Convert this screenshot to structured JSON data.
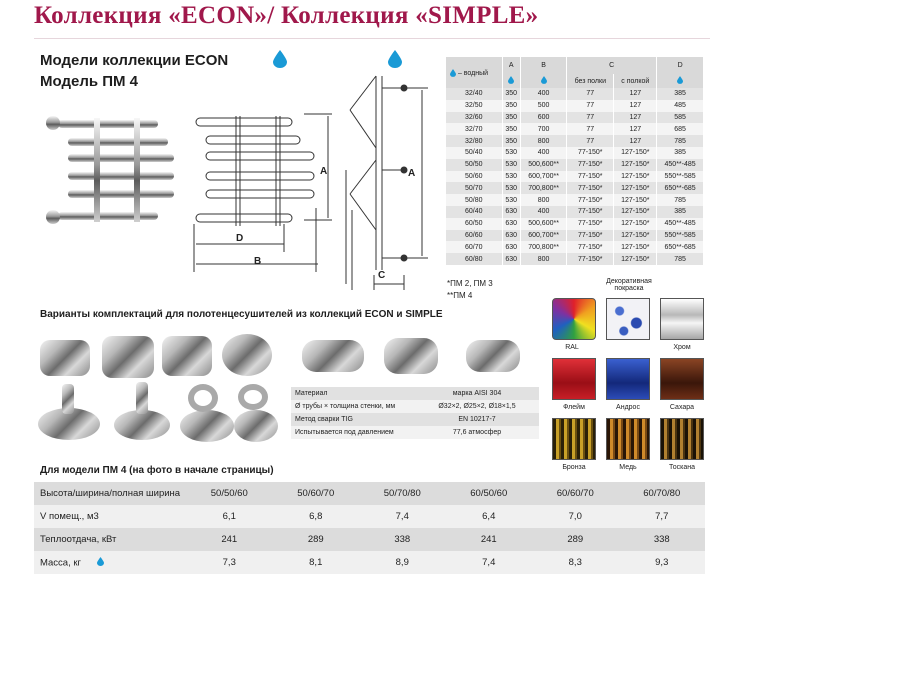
{
  "header": {
    "title": "Коллекция «ECON»/ Коллекция «SIMPLE»"
  },
  "subtitle": {
    "line1": "Модели коллекции ECON",
    "line2": "Модель ПМ 4"
  },
  "dims": {
    "A": "A",
    "B": "B",
    "C": "C",
    "D": "D"
  },
  "spec_table": {
    "headers": [
      "– водный",
      "A",
      "B",
      "C",
      "D"
    ],
    "c_sub": [
      "без полки",
      "с полкой"
    ],
    "rows": [
      [
        "32/40",
        "350",
        "400",
        "77",
        "127",
        "385"
      ],
      [
        "32/50",
        "350",
        "500",
        "77",
        "127",
        "485"
      ],
      [
        "32/60",
        "350",
        "600",
        "77",
        "127",
        "585"
      ],
      [
        "32/70",
        "350",
        "700",
        "77",
        "127",
        "685"
      ],
      [
        "32/80",
        "350",
        "800",
        "77",
        "127",
        "785"
      ],
      [
        "50/40",
        "530",
        "400",
        "77-150*",
        "127-150*",
        "385"
      ],
      [
        "50/50",
        "530",
        "500,600**",
        "77-150*",
        "127-150*",
        "450**-485"
      ],
      [
        "50/60",
        "530",
        "600,700**",
        "77-150*",
        "127-150*",
        "550**-585"
      ],
      [
        "50/70",
        "530",
        "700,800**",
        "77-150*",
        "127-150*",
        "650**-685"
      ],
      [
        "50/80",
        "530",
        "800",
        "77-150*",
        "127-150*",
        "785"
      ],
      [
        "60/40",
        "630",
        "400",
        "77-150*",
        "127-150*",
        "385"
      ],
      [
        "60/50",
        "630",
        "500,600**",
        "77-150*",
        "127-150*",
        "450**-485"
      ],
      [
        "60/60",
        "630",
        "600,700**",
        "77-150*",
        "127-150*",
        "550**-585"
      ],
      [
        "60/70",
        "630",
        "700,800**",
        "77-150*",
        "127-150*",
        "650**-685"
      ],
      [
        "60/80",
        "630",
        "800",
        "77-150*",
        "127-150*",
        "785"
      ]
    ]
  },
  "footnotes": [
    "*ПМ 2, ПМ 3",
    "**ПМ 4"
  ],
  "section_variants": "Варианты комплектаций для полотенцесушителей из коллекций ECON и SIMPLE",
  "material_table": [
    [
      "Материал",
      "марка AISI 304"
    ],
    [
      "Ø трубы × толщина стенки, мм",
      "Ø32×2, Ø25×2, Ø18×1,5"
    ],
    [
      "Метод сварки TIG",
      "EN 10217-7"
    ],
    [
      "Испытывается под давлением",
      "77,6 атмосфер"
    ]
  ],
  "swatches": {
    "ral": {
      "label": "RAL"
    },
    "decor": {
      "label": "Декоративная покраска"
    },
    "chrome": {
      "label": "Хром",
      "color": "#d8d8d8"
    },
    "fleim": {
      "label": "Флейм",
      "color": "#b0141c"
    },
    "andros": {
      "label": "Андрос",
      "color": "#1c3c9c"
    },
    "sahara": {
      "label": "Сахара",
      "color": "#5a2612"
    },
    "bronza": {
      "label": "Бронза",
      "color": "#8a6a10"
    },
    "med": {
      "label": "Медь",
      "color": "#9a5a14"
    },
    "toskana": {
      "label": "Тоскана",
      "color": "#5a3a10"
    }
  },
  "bottom": {
    "heading": "Для модели ПМ 4 (на фото в начале страницы)",
    "rows": [
      [
        "Высота/ширина/полная ширина",
        "50/50/60",
        "50/60/70",
        "50/70/80",
        "60/50/60",
        "60/60/70",
        "60/70/80"
      ],
      [
        "V помещ., м3",
        "6,1",
        "6,8",
        "7,4",
        "6,4",
        "7,0",
        "7,7"
      ],
      [
        "Теплоотдача, кВт",
        "241",
        "289",
        "338",
        "241",
        "289",
        "338"
      ],
      [
        "Масса, кг",
        "7,3",
        "8,1",
        "8,9",
        "7,4",
        "8,3",
        "9,3"
      ]
    ]
  },
  "colors": {
    "title": "#a0184b",
    "drop": "#1a9ad6",
    "table_header": "#d9d9d9"
  }
}
